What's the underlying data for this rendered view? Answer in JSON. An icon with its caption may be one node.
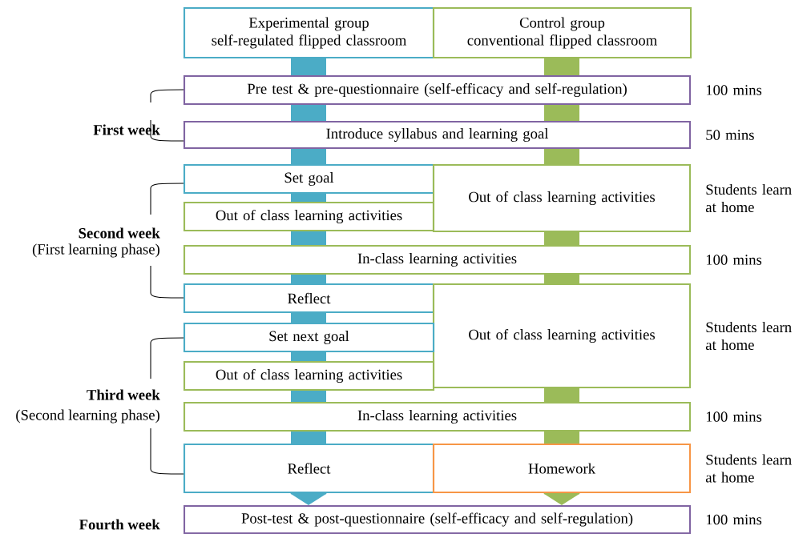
{
  "diagram": {
    "nodes": [
      {
        "text": [
          "Experimental group",
          "self-regulated flipped classroom"
        ]
      },
      {
        "text": [
          "Control group",
          "conventional flipped classroom"
        ]
      },
      {
        "text": [
          "Pre test & pre-questionnaire (self-efficacy and self-regulation)"
        ],
        "beside": [
          "100 mins"
        ]
      },
      {
        "text": [
          "Introduce syllabus and learning goal"
        ],
        "beside": [
          "50 mins"
        ]
      },
      {
        "text": [
          "Set goal"
        ]
      },
      {
        "text": [
          "Out of class learning activities"
        ]
      },
      {
        "text": [
          "Out of class learning activities"
        ],
        "beside": [
          "Students learn at home"
        ]
      },
      {
        "text": [
          "In-class learning activities"
        ],
        "beside": [
          "100 mins"
        ]
      },
      {
        "text": [
          "Reflect"
        ]
      },
      {
        "text": [
          "Out of class learning activities"
        ],
        "beside": [
          "Students learn at home"
        ]
      },
      {
        "text": [
          "Set next goal"
        ]
      },
      {
        "text": [
          "Out of class learning activities"
        ]
      },
      {
        "text": [
          "In-class learning activities"
        ],
        "beside": [
          "100 mins"
        ]
      },
      {
        "text": [
          "Reflect"
        ]
      },
      {
        "text": [
          "Homework"
        ],
        "beside": [
          "Students learn at home"
        ]
      },
      {
        "text": [
          "Post-test & post-questionnaire (self-efficacy and self-regulation)"
        ],
        "beside": [
          "100 mins"
        ]
      }
    ],
    "edges": [
      {
        "from": 0,
        "to": 2,
        "arrow": "none",
        "color": "#4bacc6"
      },
      {
        "from": 2,
        "to": 3,
        "arrow": "none",
        "color": "#4bacc6"
      },
      {
        "from": 3,
        "to": 4,
        "arrow": "none",
        "color": "#4bacc6"
      },
      {
        "from": 4,
        "to": 5,
        "arrow": "none",
        "color": "#4bacc6"
      },
      {
        "from": 5,
        "to": 7,
        "arrow": "none",
        "color": "#4bacc6"
      },
      {
        "from": 7,
        "to": 8,
        "arrow": "none",
        "color": "#4bacc6"
      },
      {
        "from": 8,
        "to": 10,
        "arrow": "none",
        "color": "#4bacc6"
      },
      {
        "from": 10,
        "to": 11,
        "arrow": "none",
        "color": "#4bacc6"
      },
      {
        "from": 11,
        "to": 12,
        "arrow": "none",
        "color": "#4bacc6"
      },
      {
        "from": 12,
        "to": 13,
        "arrow": "none",
        "color": "#4bacc6"
      },
      {
        "from": 13,
        "to": 15,
        "arrow": "to",
        "color": "#4bacc6"
      },
      {
        "from": 1,
        "to": 2,
        "arrow": "none",
        "color": "#9bbb59"
      },
      {
        "from": 2,
        "to": 3,
        "arrow": "none",
        "color": "#9bbb59"
      },
      {
        "from": 3,
        "to": 6,
        "arrow": "none",
        "color": "#9bbb59"
      },
      {
        "from": 6,
        "to": 7,
        "arrow": "none",
        "color": "#9bbb59"
      },
      {
        "from": 7,
        "to": 9,
        "arrow": "none",
        "color": "#9bbb59"
      },
      {
        "from": 9,
        "to": 12,
        "arrow": "none",
        "color": "#9bbb59"
      },
      {
        "from": 12,
        "to": 14,
        "arrow": "none",
        "color": "#9bbb59"
      },
      {
        "from": 14,
        "to": 15,
        "arrow": "to",
        "color": "#9bbb59"
      }
    ],
    "labels": [
      "First week",
      "Second week",
      "(First learning phase)",
      "Third week",
      "(Second learning phase)",
      "Fourth week"
    ]
  }
}
